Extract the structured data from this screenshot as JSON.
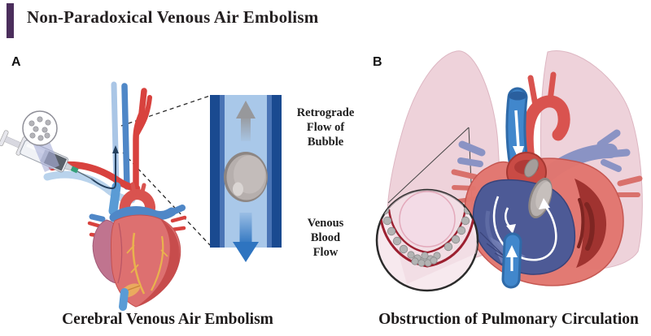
{
  "header": {
    "title": "Non-Paradoxical Venous Air Embolism",
    "accent_bar_color": "#4b2e5c"
  },
  "panel_a": {
    "label": "A",
    "caption": "Cerebral Venous Air Embolism",
    "inset": {
      "retrograde_label": [
        "Retrograde",
        "Flow of",
        "Bubble"
      ],
      "venous_label": [
        "Venous",
        "Blood",
        "Flow"
      ],
      "bubble_flow_direction": "up",
      "blood_flow_direction": "down"
    }
  },
  "panel_b": {
    "label": "B",
    "caption": "Obstruction of Pulmonary Circulation"
  },
  "colors": {
    "accent_purple": "#4b2e5c",
    "artery_red": "#d8423e",
    "vein_blue": "#4f87c7",
    "vessel_wall_dark_blue": "#1a4a90",
    "vessel_lumen_blue": "#a9c8e9",
    "air_bubble_gray": "#b6afad",
    "venous_flow_arrow_blue": "#2e74c0",
    "retrograde_arrow_gray": "#97989b",
    "lung_pink": "#eed2da",
    "inset_vessel_red": "#9c2030",
    "right_ventricle_blue": "#4d5a96",
    "left_ventricle_red": "#a03330"
  }
}
